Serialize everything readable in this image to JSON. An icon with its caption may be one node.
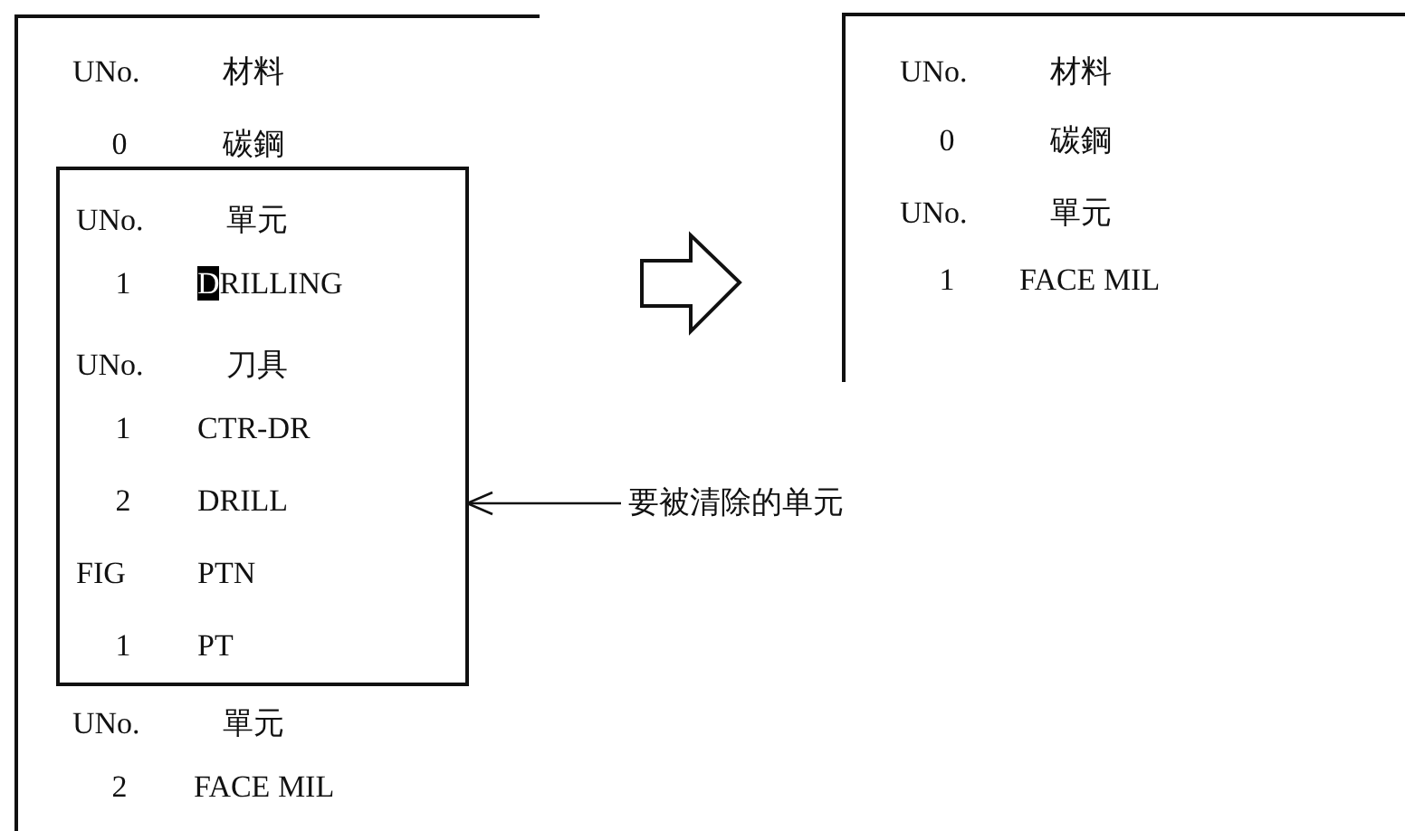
{
  "diagram": {
    "nodes": [
      {
        "text": [
          "UNo.",
          "材料",
          "0",
          "碳鋼",
          "UNo.",
          "單元",
          "2",
          "FACE MIL"
        ]
      },
      {
        "text": [
          "UNo.",
          "單元",
          "1",
          "DRILLING",
          "UNo.",
          "刀具",
          "1",
          "CTR-DR",
          "2",
          "DRILL",
          "FIG",
          "PTN",
          "1",
          "PT"
        ],
        "in": 0
      },
      {
        "text": [
          "UNo.",
          "材料",
          "0",
          "碳鋼",
          "UNo.",
          "單元",
          "1",
          "FACE MIL"
        ]
      },
      {
        "text": [
          "要被清除的单元"
        ]
      }
    ],
    "edges": [
      {
        "from": 0,
        "to": 2,
        "arrow": "to",
        "style": "thick"
      },
      {
        "from": 3,
        "to": 1,
        "arrow": "to"
      }
    ]
  }
}
